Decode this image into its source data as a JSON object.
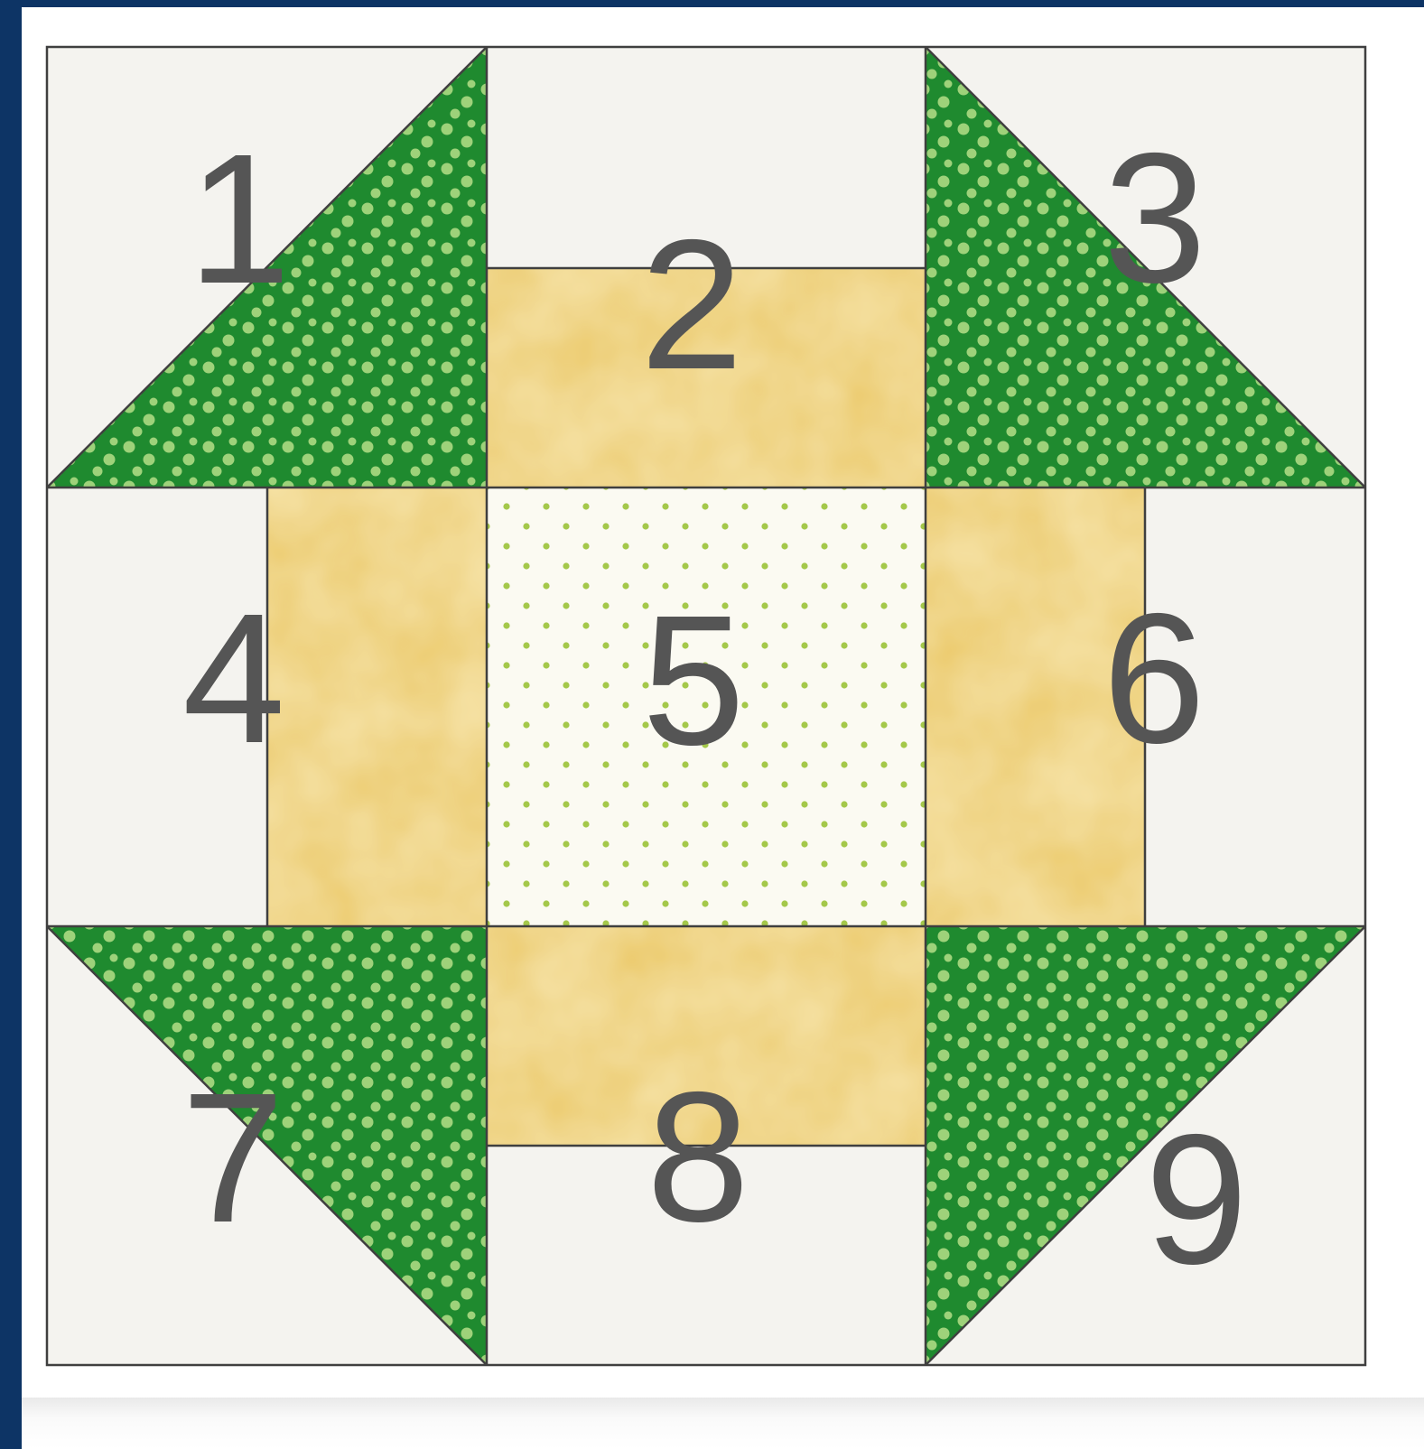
{
  "colors": {
    "frame_navy": "#0d3465",
    "background_cream": "#f4f3ef",
    "print_green": "#1f8a2f",
    "dot_green": "#9ed27a",
    "tonal_yellow": "#ebc968",
    "center_fabric": "#fbfaf2",
    "center_dot": "#a4c84a",
    "seam_line": "#3f3f3f",
    "number_gray": "#555555"
  },
  "block": {
    "patches": [
      {
        "id": "1",
        "label": "1",
        "fabrics": [
          "background_cream",
          "print_green"
        ]
      },
      {
        "id": "2",
        "label": "2",
        "fabrics": [
          "background_cream",
          "tonal_yellow"
        ]
      },
      {
        "id": "3",
        "label": "3",
        "fabrics": [
          "print_green",
          "background_cream"
        ]
      },
      {
        "id": "4",
        "label": "4",
        "fabrics": [
          "background_cream",
          "tonal_yellow"
        ]
      },
      {
        "id": "5",
        "label": "5",
        "fabrics": [
          "center_fabric"
        ]
      },
      {
        "id": "6",
        "label": "6",
        "fabrics": [
          "tonal_yellow",
          "background_cream"
        ]
      },
      {
        "id": "7",
        "label": "7",
        "fabrics": [
          "print_green",
          "background_cream"
        ]
      },
      {
        "id": "8",
        "label": "8",
        "fabrics": [
          "tonal_yellow",
          "background_cream"
        ]
      },
      {
        "id": "9",
        "label": "9",
        "fabrics": [
          "print_green",
          "background_cream"
        ]
      }
    ]
  }
}
